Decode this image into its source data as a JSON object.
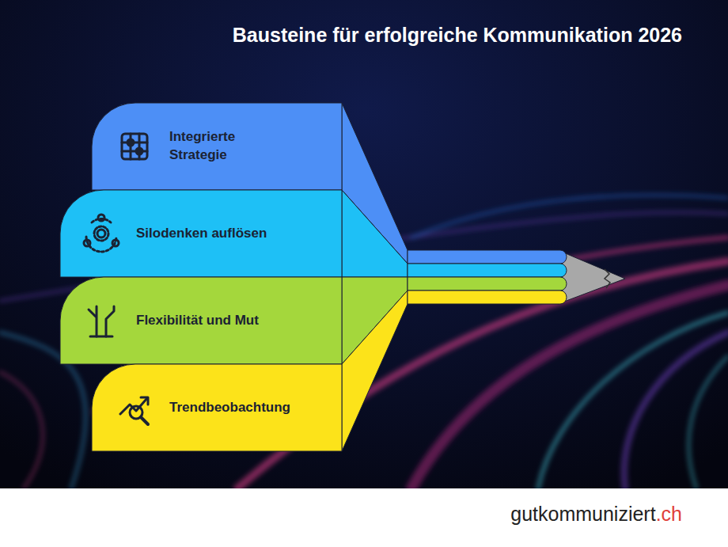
{
  "diagram": {
    "title": "Bausteine für erfolgreiche Kommunikation 2026",
    "nodes": [
      {
        "text": [
          "Integrierte Strategie"
        ]
      },
      {
        "text": [
          "Silodenken auflösen"
        ]
      },
      {
        "text": [
          "Flexibilität und Mut"
        ]
      },
      {
        "text": [
          "Trendbeobachtung"
        ]
      }
    ],
    "labels": [
      "gutkommuniziert",
      ".ch"
    ]
  }
}
